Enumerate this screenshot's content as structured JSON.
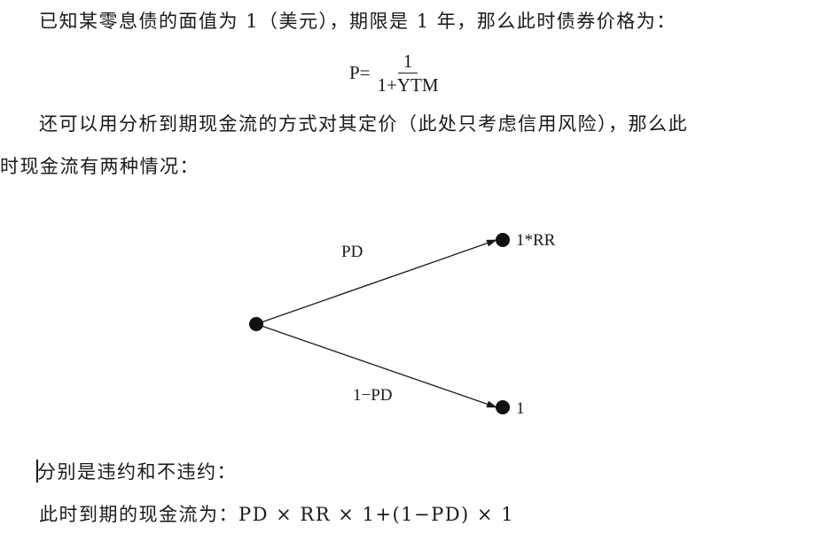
{
  "text": {
    "line1": "已知某零息债的面值为 1（美元），期限是 1 年，那么此时债券价格为：",
    "line2": "还可以用分析到期现金流的方式对其定价（此处只考虑信用风险），那么此",
    "line3": "时现金流有两种情况：",
    "line4": "分别是违约和不违约：",
    "line5": "此时到期的现金流为：PD × RR × 1+(1−PD) × 1"
  },
  "formula": {
    "lhs": "P=",
    "numerator": "1",
    "denominator": "1+YTM"
  },
  "diagram": {
    "upper_edge_label": "PD",
    "upper_node_label": "1*RR",
    "lower_edge_label": "1−PD",
    "lower_node_label": "1"
  }
}
